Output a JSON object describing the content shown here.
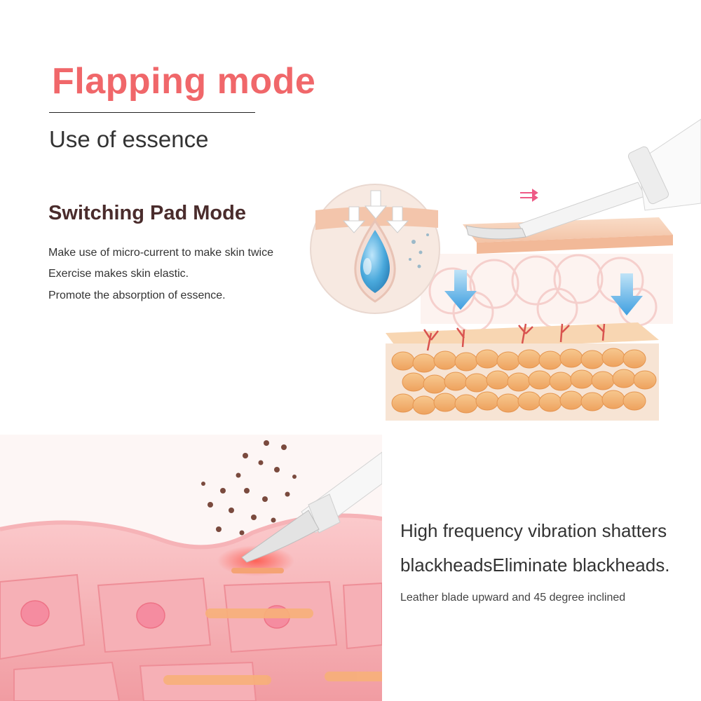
{
  "header": {
    "title": "Flapping mode",
    "subtitle": "Use of essence"
  },
  "pad_mode": {
    "heading": "Switching Pad Mode",
    "lines": [
      "Make use of micro-current to make skin twice",
      "Exercise makes skin elastic.",
      "Promote the absorption of essence."
    ]
  },
  "vibration": {
    "line1": "High frequency vibration shatters",
    "line2": "blackheadsEliminate blackheads.",
    "note": "Leather blade upward and 45 degree inclined"
  },
  "colors": {
    "title": "#f0676a",
    "heading": "#4a2c2c",
    "text": "#333333",
    "skin_pink": "#f6a4a8",
    "fat_orange": "#f4b06c",
    "arrow_blue": "#46a8e4"
  },
  "icons": [
    "essence-drop-icon",
    "down-arrow-icon",
    "motion-arrows-icon",
    "blackhead-particles-icon"
  ]
}
